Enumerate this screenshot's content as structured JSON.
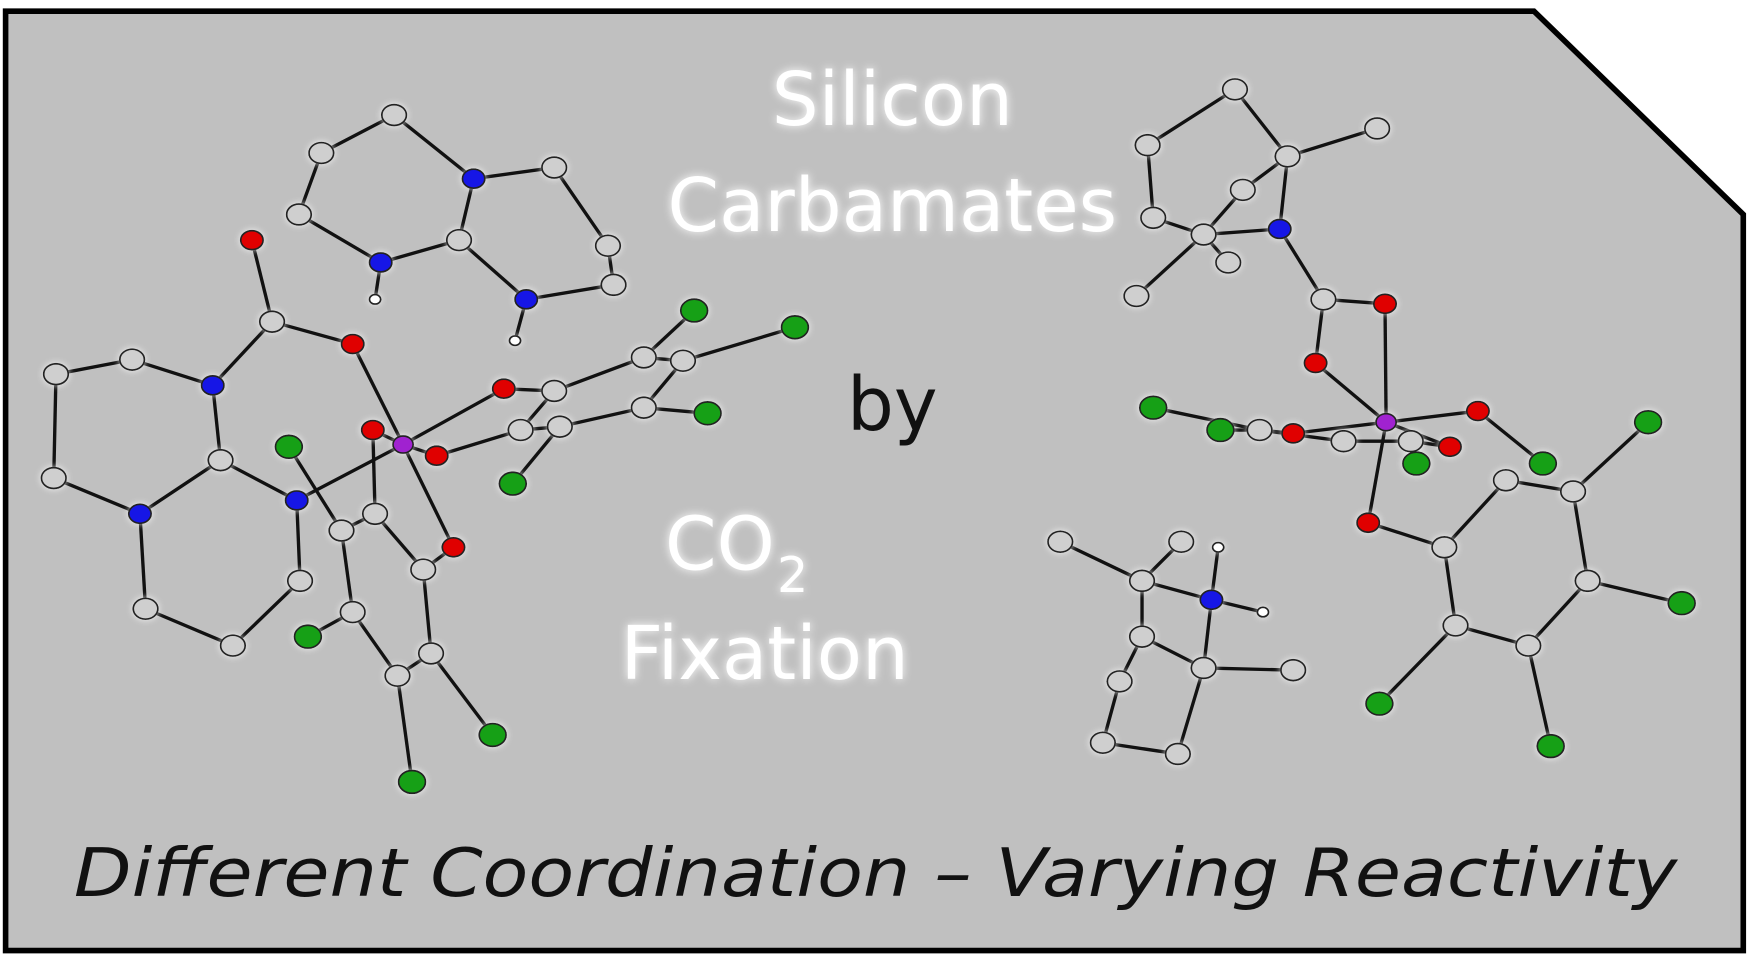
{
  "title": {
    "line1": "Silicon",
    "line2": "Carbamates",
    "connector": "by",
    "co": "CO",
    "co_subscript": "2",
    "fixation": "Fixation"
  },
  "tagline": "Different Coordination – Varying Reactivity",
  "colors": {
    "background": "#c0c0c0",
    "border": "#000000",
    "carbon": "#cfcfcf",
    "nitrogen": "#1414e6",
    "oxygen": "#e00000",
    "chlorine": "#12a012",
    "silicon": "#a020d0",
    "hydrogen": "#ffffff"
  }
}
